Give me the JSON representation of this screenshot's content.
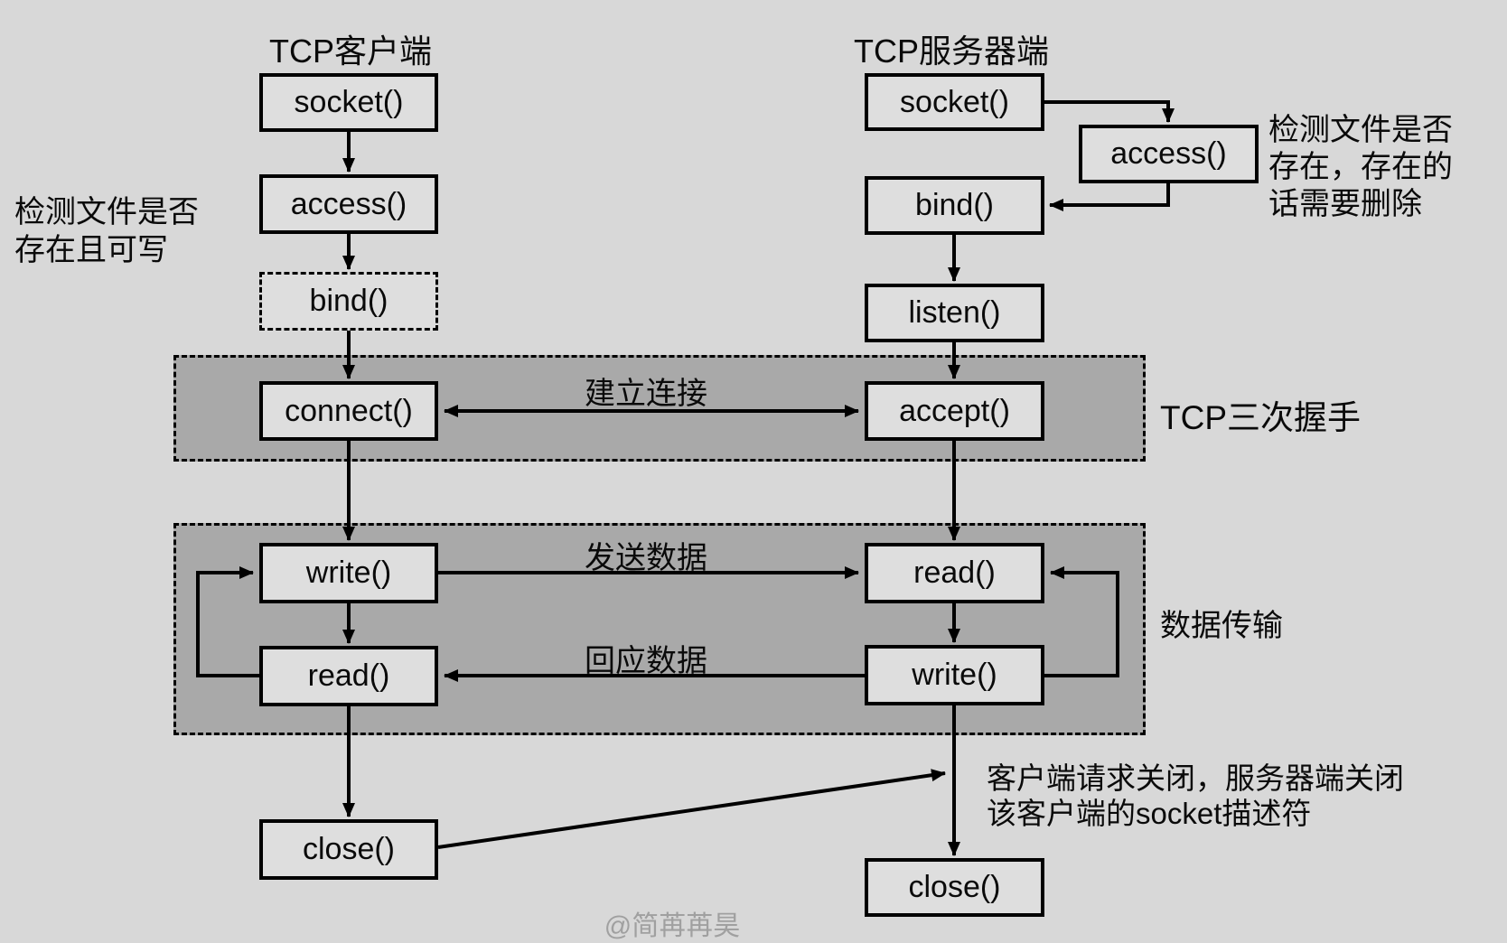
{
  "client": {
    "title": "TCP客户端",
    "boxes": {
      "socket": "socket()",
      "access": "access()",
      "bind": "bind()",
      "connect": "connect()",
      "write": "write()",
      "read": "read()",
      "close": "close()"
    }
  },
  "server": {
    "title": "TCP服务器端",
    "boxes": {
      "socket": "socket()",
      "access": "access()",
      "bind": "bind()",
      "listen": "listen()",
      "accept": "accept()",
      "read": "read()",
      "write": "write()",
      "close": "close()"
    }
  },
  "labels": {
    "establish_connection": "建立连接",
    "send_data": "发送数据",
    "reply_data": "回应数据",
    "three_way_handshake": "TCP三次握手",
    "data_transfer": "数据传输"
  },
  "notes": {
    "client_file_check": [
      "检测文件是否",
      "存在且可写"
    ],
    "server_file_check": [
      "检测文件是否",
      "存在，存在的",
      "话需要删除"
    ],
    "close_description": [
      "客户端请求关闭，服务器端关闭",
      "该客户端的socket描述符"
    ]
  },
  "watermark": "@简苒苒昊",
  "colors": {
    "background": "#d8d8d8",
    "band_fill": "#a9a9a9",
    "box_fill": "#dedede",
    "line": "#000000",
    "watermark": "#a0a0a0"
  }
}
